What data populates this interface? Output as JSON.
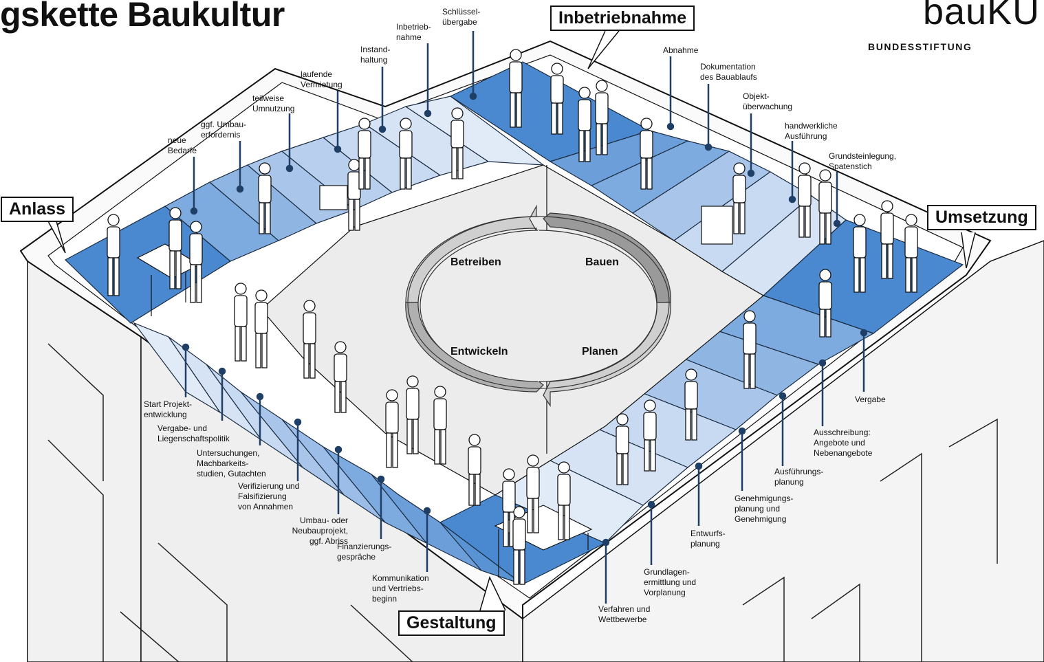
{
  "title": "gskette Baukultur",
  "brand": {
    "name": "bauKU",
    "subtitle": "BUNDESSTIFTUNG"
  },
  "phases": {
    "anlass": "Anlass",
    "inbetriebnahme": "Inbetriebnahme",
    "umsetzung": "Umsetzung",
    "gestaltung": "Gestaltung"
  },
  "cycle": {
    "betreiben": "Betreiben",
    "bauen": "Bauen",
    "entwickeln": "Entwickeln",
    "planen": "Planen"
  },
  "steps": {
    "neue_bedarfe": "neue\nBedarfe",
    "umbau_erfordernis": "ggf. Umbau-\nerfordernis",
    "teilweise_umnutzung": "teilweise\nUmnutzung",
    "laufende_vermietung": "laufende\nVermietung",
    "instandhaltung": "Instand-\nhaltung",
    "inbetriebnahme_step": "Inbetrieb-\nnahme",
    "schluesseluebergabe": "Schlüssel-\nübergabe",
    "abnahme": "Abnahme",
    "dokumentation": "Dokumentation\ndes Bauablaufs",
    "objektueberwachung": "Objekt-\nüberwachung",
    "handwerkliche_ausfuehrung": "handwerkliche\nAusführung",
    "grundsteinlegung": "Grundsteinlegung,\nSpatenstich",
    "vergabe": "Vergabe",
    "ausschreibung": "Ausschreibung:\nAngebote und\nNebenangebote",
    "ausfuehrungsplanung": "Ausführungs-\nplanung",
    "genehmigungsplanung": "Genehmigungs-\nplanung und\nGenehmigung",
    "entwurfsplanung": "Entwurfs-\nplanung",
    "grundlagenermittlung": "Grundlagen-\nermittlung und\nVorplanung",
    "verfahren": "Verfahren und\nWettbewerbe",
    "kommunikation": "Kommunikation\nund Vertriebs-\nbeginn",
    "finanzierung": "Finanzierungs-\ngespräche",
    "umbau_neubau": "Umbau- oder\nNeubauprojekt,\nggf. Abriss",
    "verifizierung": "Verifizierung und\nFalsifizierung\nvon Annahmen",
    "untersuchungen": "Untersuchungen,\nMachbarkeits-\nstudien, Gutachten",
    "vergabe_liegenschaft": "Vergabe- und\nLiegenschaftspolitik",
    "start_projekt": "Start Projekt-\nentwicklung"
  },
  "colors": {
    "blue_dark": "#4a88cf",
    "blue_mid": "#7eabdf",
    "blue_light": "#a9c6ea",
    "blue_pale": "#d5e3f5",
    "line": "#1f3f66",
    "building": "#f0f0f0",
    "arrow_light": "#cfcfcf",
    "arrow_dark": "#9a9a9a"
  }
}
